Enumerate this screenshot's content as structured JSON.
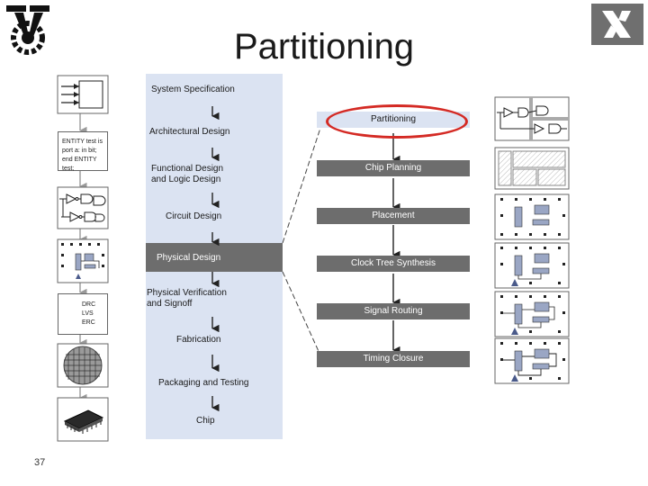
{
  "slide": {
    "title": "Partitioning",
    "page_number": "37"
  },
  "left_flow": {
    "steps": [
      {
        "lines": [
          "System Specification"
        ]
      },
      {
        "lines": [
          "Architectural Design"
        ]
      },
      {
        "lines": [
          "Functional Design",
          "and Logic Design"
        ]
      },
      {
        "lines": [
          "Circuit Design"
        ]
      },
      {
        "lines": [
          "Physical Design"
        ]
      },
      {
        "lines": [
          "Physical Verification",
          "and Signoff"
        ]
      },
      {
        "lines": [
          "Fabrication"
        ]
      },
      {
        "lines": [
          "Packaging and Testing"
        ]
      },
      {
        "lines": [
          "Chip"
        ]
      }
    ]
  },
  "right_flow": {
    "steps": [
      {
        "label": "Partitioning",
        "highlighted": true
      },
      {
        "label": "Chip Planning"
      },
      {
        "label": "Placement"
      },
      {
        "label": "Clock Tree Synthesis"
      },
      {
        "label": "Signal Routing"
      },
      {
        "label": "Timing Closure"
      }
    ]
  },
  "left_icons": {
    "vhdl_lines": [
      "ENTITY test is",
      "port a: in bit;",
      "end ENTITY test;"
    ],
    "verification_lines": [
      "DRC",
      "LVS",
      "ERC"
    ]
  },
  "colors": {
    "flow_background": "#dbe3f2",
    "dark_step": "#6d6d6d",
    "highlight_ring": "#d42a24"
  },
  "logos": [
    "technion-logo",
    "faculty-logo"
  ]
}
